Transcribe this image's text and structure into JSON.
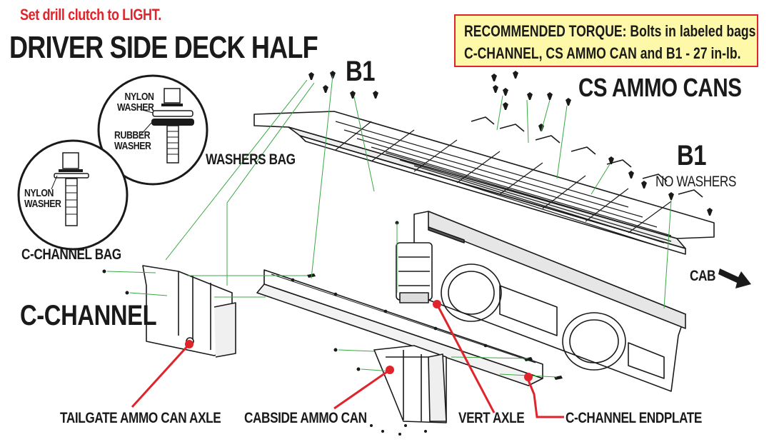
{
  "header": {
    "instruction": "Set drill clutch to LIGHT.",
    "title": "DRIVER SIDE DECK HALF"
  },
  "torque": {
    "heading": "RECOMMENDED TORQUE:",
    "line1_rest": " Bolts in labeled bags",
    "line2": "C-CHANNEL, CS AMMO CAN and B1 - 27 in-lb."
  },
  "callouts": {
    "b1_top": "B1",
    "cs_ammo_cans": "CS AMMO CANS",
    "b1_right": "B1",
    "no_washers": "NO WASHERS",
    "washers_bag": "WASHERS BAG",
    "c_channel_bag": "C-CHANNEL BAG",
    "c_channel": "C-CHANNEL",
    "cab": "CAB",
    "nylon_washer_1": "NYLON\nWASHER",
    "rubber_washer": "RUBBER\nWASHER",
    "nylon_washer_2": "NYLON\nWASHER"
  },
  "part_labels": {
    "tailgate_axle": "TAILGATE AMMO CAN AXLE",
    "cabside_can": "CABSIDE AMMO CAN",
    "vert_axle": "VERT AXLE",
    "endplate": "C-CHANNEL ENDPLATE"
  },
  "colors": {
    "accent_red": "#e0242b",
    "torque_bg": "#fdf9a8",
    "leader_green": "#3aa845",
    "line_black": "#1a1a1a"
  }
}
